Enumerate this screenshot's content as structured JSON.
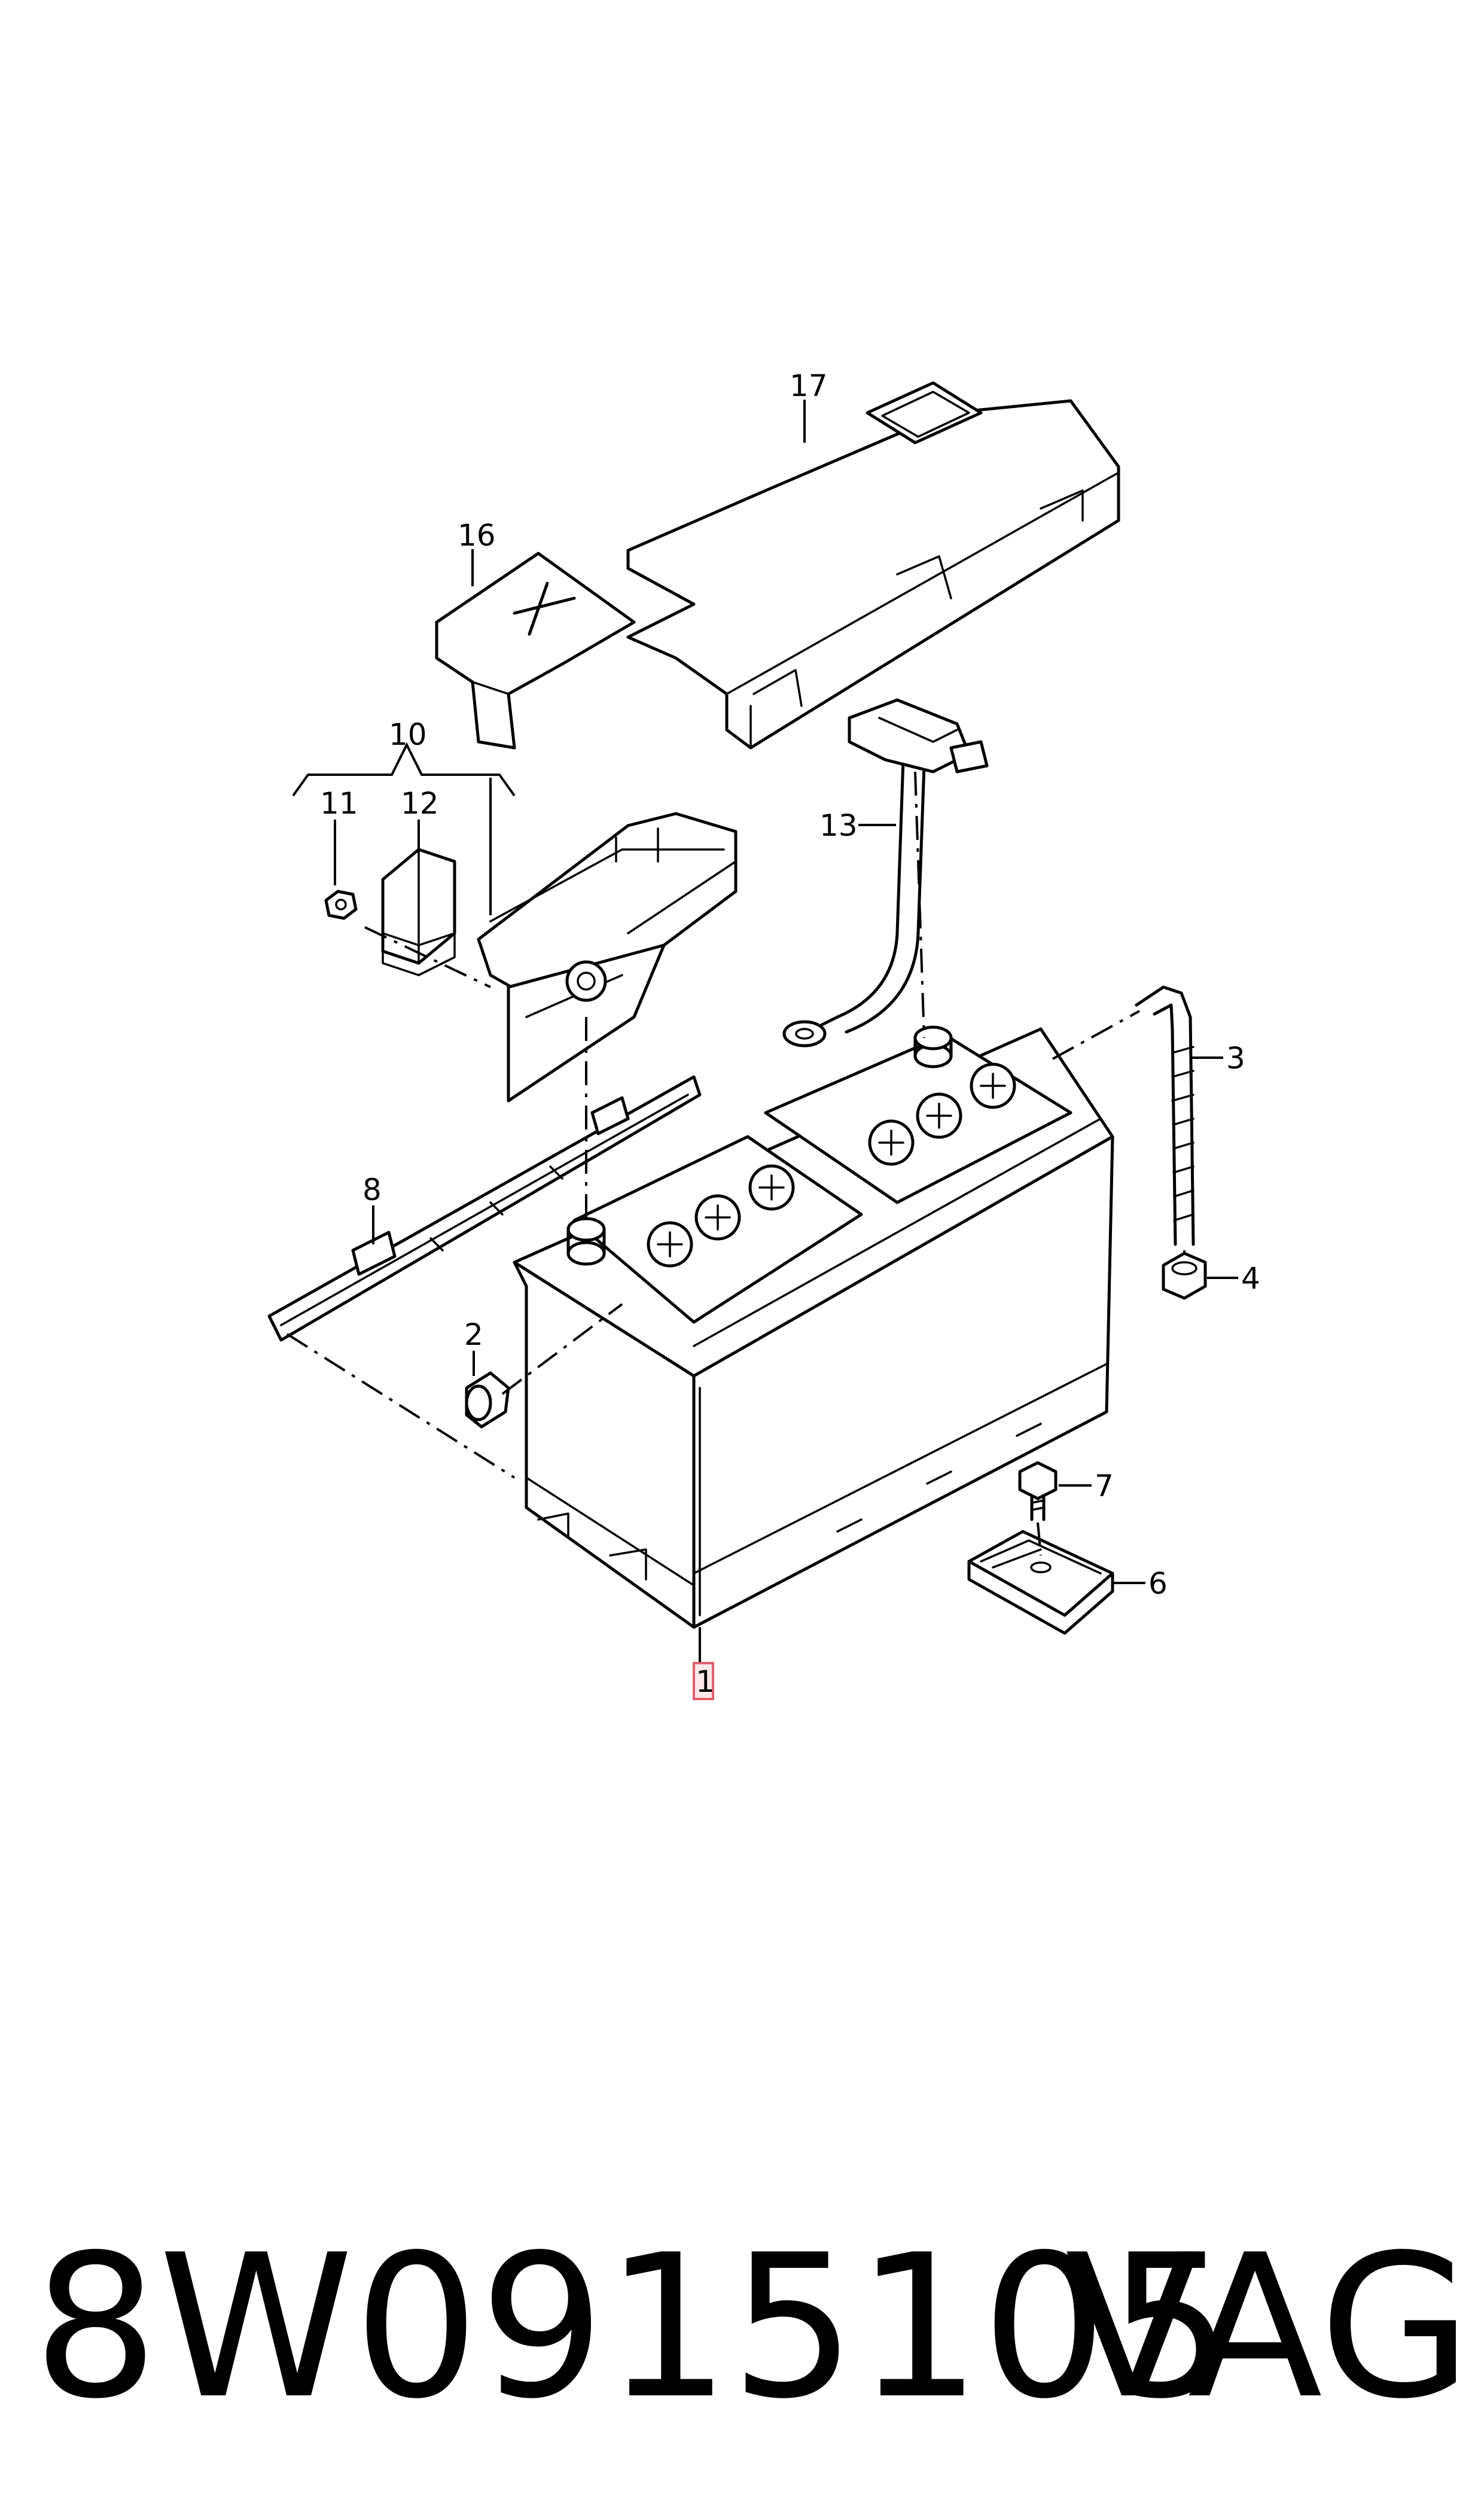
{
  "diagram": {
    "callouts": {
      "c1": "1",
      "c2": "2",
      "c3": "3",
      "c4": "4",
      "c6": "6",
      "c7": "7",
      "c8": "8",
      "c10": "10",
      "c11": "11",
      "c12": "12",
      "c13": "13",
      "c16": "16",
      "c17": "17"
    },
    "highlighted_callout": "1",
    "highlight_color": "#e0606e"
  },
  "footer": {
    "part_number": "8W0915105",
    "brand": "VAG"
  }
}
